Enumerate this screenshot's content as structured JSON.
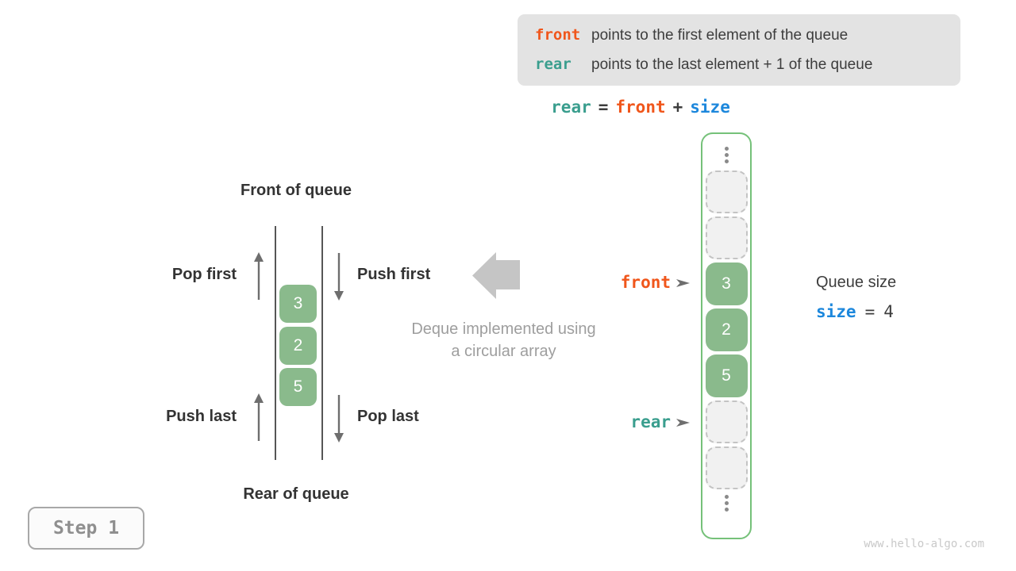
{
  "colors": {
    "orange": "#f0561b",
    "teal": "#3a9e8e",
    "blue": "#1c87dc",
    "green": "#8aba8c",
    "green-border": "#75c179",
    "info-bg": "#e3e3e3",
    "gray-text": "#9e9e9e"
  },
  "info_box": {
    "lines": [
      {
        "keyword": "front",
        "text": "points to the first element of the queue"
      },
      {
        "keyword": "rear",
        "text": "points to the last element + 1 of the queue"
      }
    ]
  },
  "formula": {
    "tokens": [
      {
        "text": "rear",
        "color": "teal"
      },
      {
        "text": "=",
        "color": "dark"
      },
      {
        "text": "front",
        "color": "orange"
      },
      {
        "text": "+",
        "color": "dark"
      },
      {
        "text": "size",
        "color": "blue"
      }
    ]
  },
  "left_deque": {
    "top_label": "Front of queue",
    "bottom_label": "Rear of queue",
    "pop_first": "Pop first",
    "push_first": "Push first",
    "push_last": "Push last",
    "pop_last": "Pop last",
    "cells": [
      "3",
      "2",
      "5"
    ]
  },
  "caption": {
    "line1": "Deque implemented using",
    "line2": "a circular array"
  },
  "circular_array": {
    "front_pointer": "front",
    "rear_pointer": "rear",
    "cells": [
      {
        "type": "ellipsis"
      },
      {
        "type": "empty"
      },
      {
        "type": "empty"
      },
      {
        "type": "filled",
        "value": "3"
      },
      {
        "type": "filled",
        "value": "2"
      },
      {
        "type": "filled",
        "value": "5"
      },
      {
        "type": "empty"
      },
      {
        "type": "empty"
      },
      {
        "type": "ellipsis"
      }
    ]
  },
  "queue_size": {
    "title": "Queue size",
    "variable": "size",
    "equals": "=",
    "value": "4"
  },
  "step_badge": "Step 1",
  "watermark": "www.hello-algo.com"
}
